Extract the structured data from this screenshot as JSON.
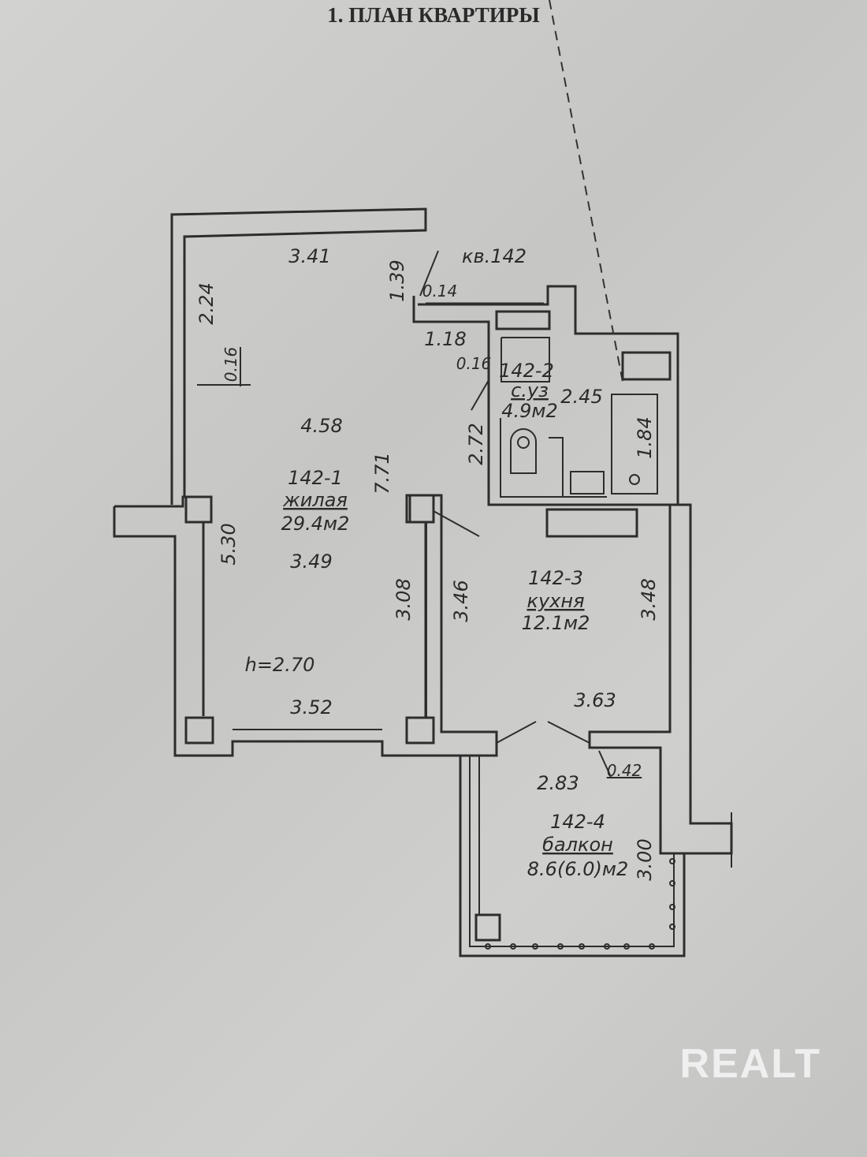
{
  "title": "1. ПЛАН КВАРТИРЫ",
  "apartment": "кв.142",
  "rooms": [
    {
      "id": "142-1",
      "name": "жилая",
      "area": "29.4м2"
    },
    {
      "id": "142-2",
      "name": "с.уз",
      "area": "4.9м2"
    },
    {
      "id": "142-3",
      "name": "кухня",
      "area": "12.1м2"
    },
    {
      "id": "142-4",
      "name": "балкон",
      "area": "8.6(6.0)м2"
    }
  ],
  "dimensions": {
    "d341": "3.41",
    "d139": "1.39",
    "d014": "0.14",
    "d224": "2.24",
    "d016a": "0.16",
    "d118": "1.18",
    "d016b": "0.16",
    "d245": "2.45",
    "d272": "2.72",
    "d184": "1.84",
    "d458": "4.58",
    "d771": "7.71",
    "d530": "5.30",
    "d349": "3.49",
    "d308": "3.08",
    "d346": "3.46",
    "d348": "3.48",
    "d352": "3.52",
    "d363": "3.63",
    "d283": "2.83",
    "d042": "0.42",
    "d300": "3.00"
  },
  "ceiling_height": "h=2.70",
  "watermark": "REALT"
}
